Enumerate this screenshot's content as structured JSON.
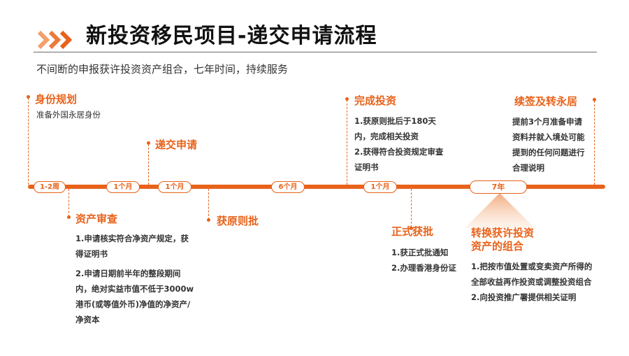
{
  "header": {
    "title": "新投资移民项目-递交申请流程",
    "subtitle": "不间断的申报获许投资资产组合，七年时间，持续服务"
  },
  "colors": {
    "accent": "#e8621a",
    "text": "#333333",
    "title": "#111111",
    "cone": "#f6c8a4"
  },
  "timeline": {
    "durations": [
      "1-2周",
      "1个月",
      "1个月",
      "6个月",
      "1个月",
      "7年"
    ]
  },
  "stages": {
    "identity": {
      "title": "身份规划",
      "items": [
        "准备外国永居身份"
      ]
    },
    "asset_review": {
      "title": "资产审查",
      "items": [
        "1.申请核实符合净资产规定，获得证明书",
        "2.申请日期前半年的整段期间内，绝对实益市值不低于3000w港币(或等值外币)净值的净资产/净资本"
      ]
    },
    "submit": {
      "title": "递交申请",
      "items": []
    },
    "approval_in_principle": {
      "title": "获原则批",
      "items": []
    },
    "complete_investment": {
      "title": "完成投资",
      "items": [
        "1.获原则批后于180天内，完成相关投资",
        "2.获得符合投资规定审查证明书"
      ]
    },
    "formal_approval": {
      "title": "正式获批",
      "items": [
        "1.获正式批通知",
        "2.办理香港身份证"
      ]
    },
    "convert_portfolio": {
      "title": "转换获许投资资产的组合",
      "items": [
        "1.把按市值处置或变卖资产所得的全部收益再作投资或调整投资组合",
        "2.向投资推广署提供相关证明"
      ]
    },
    "renew_permanent": {
      "title": "续签及转永居",
      "items": [
        "提前3个月准备申请资料并就入境处可能提到的任何问题进行合理说明"
      ]
    }
  }
}
